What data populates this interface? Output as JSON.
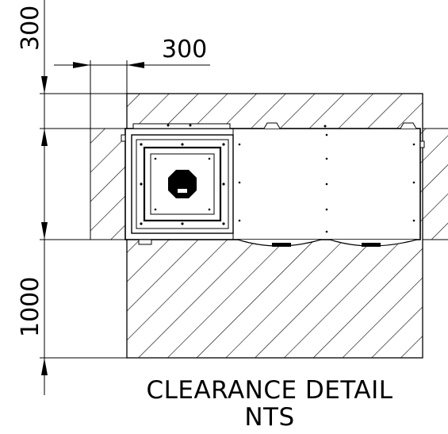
{
  "dimensions": {
    "top_clearance": "300",
    "side_clearance": "300",
    "bottom_clearance": "1000"
  },
  "caption": {
    "line1": "CLEARANCE DETAIL",
    "line2": "NTS"
  }
}
